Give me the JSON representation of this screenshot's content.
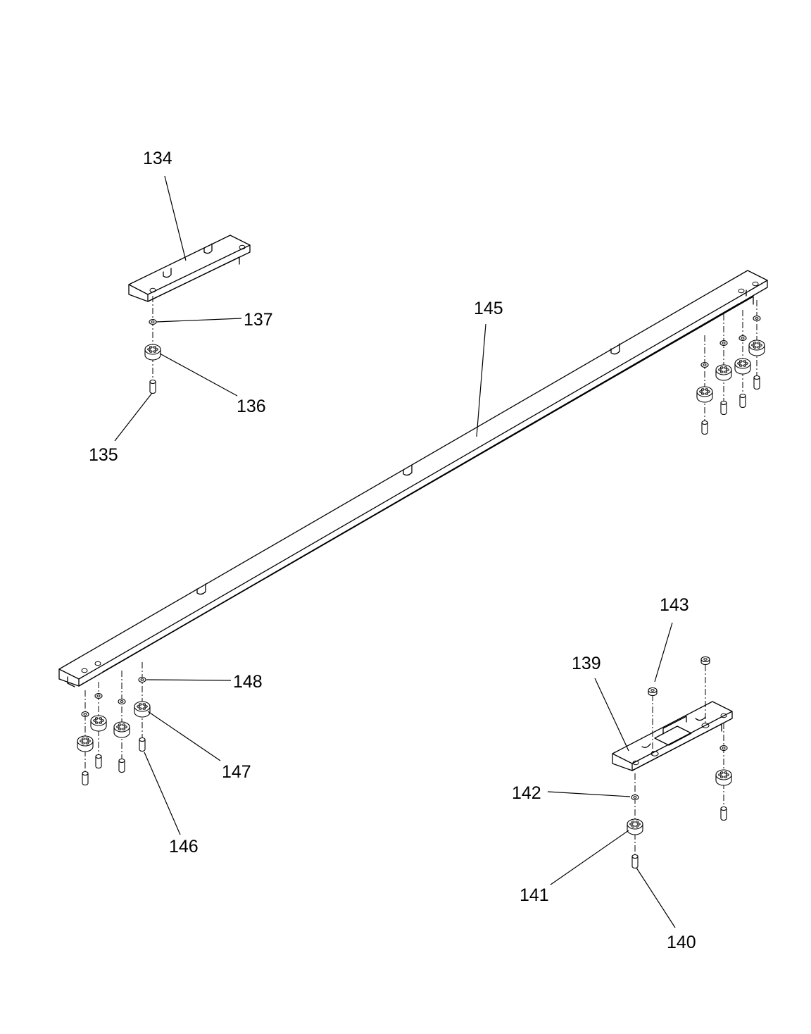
{
  "callouts": {
    "p134": "134",
    "p135": "135",
    "p136": "136",
    "p137": "137",
    "p139": "139",
    "p140": "140",
    "p141": "141",
    "p142": "142",
    "p143": "143",
    "p145": "145",
    "p146": "146",
    "p147": "147",
    "p148": "148"
  }
}
